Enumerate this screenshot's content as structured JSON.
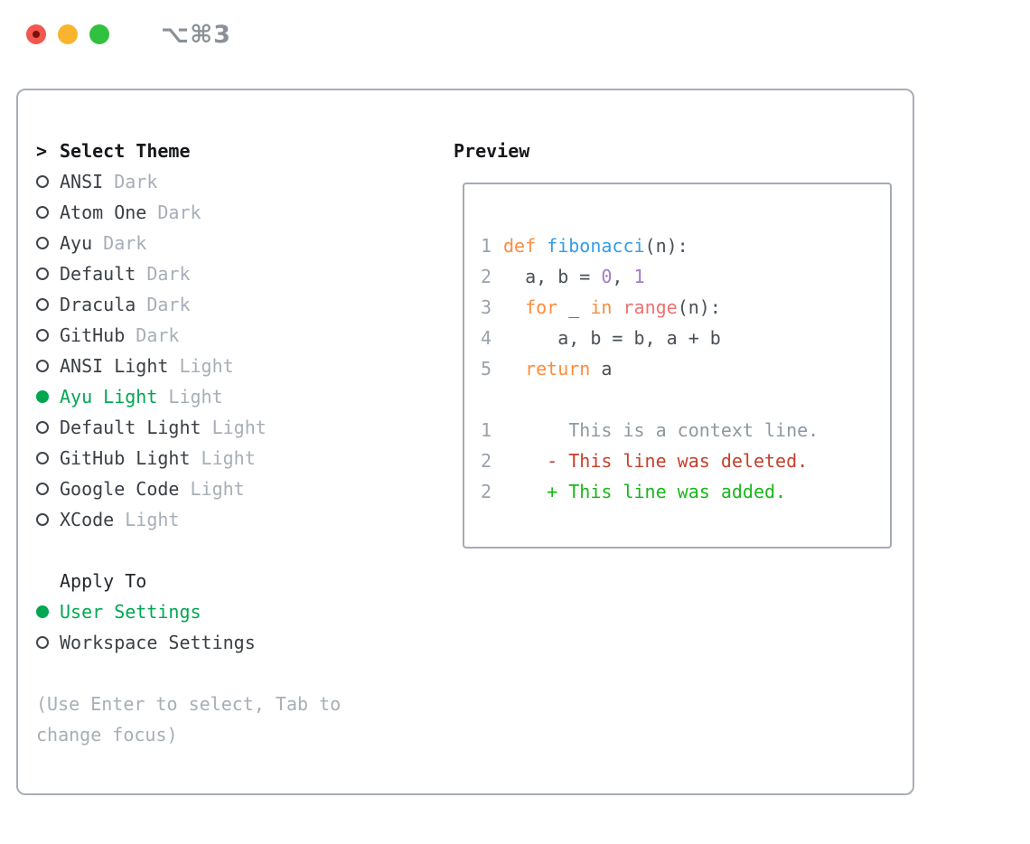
{
  "titlebar": {
    "title": "⌥⌘3"
  },
  "left": {
    "prompt_char": ">",
    "title": "Select Theme",
    "themes": [
      {
        "name": "ANSI",
        "variant": "Dark",
        "selected": false
      },
      {
        "name": "Atom One",
        "variant": "Dark",
        "selected": false
      },
      {
        "name": "Ayu",
        "variant": "Dark",
        "selected": false
      },
      {
        "name": "Default",
        "variant": "Dark",
        "selected": false
      },
      {
        "name": "Dracula",
        "variant": "Dark",
        "selected": false
      },
      {
        "name": "GitHub",
        "variant": "Dark",
        "selected": false
      },
      {
        "name": "ANSI Light",
        "variant": "Light",
        "selected": false
      },
      {
        "name": "Ayu Light",
        "variant": "Light",
        "selected": true
      },
      {
        "name": "Default Light",
        "variant": "Light",
        "selected": false
      },
      {
        "name": "GitHub Light",
        "variant": "Light",
        "selected": false
      },
      {
        "name": "Google Code",
        "variant": "Light",
        "selected": false
      },
      {
        "name": "XCode",
        "variant": "Light",
        "selected": false
      }
    ],
    "apply_to_title": "Apply To",
    "apply_options": [
      {
        "name": "User Settings",
        "selected": true
      },
      {
        "name": "Workspace Settings",
        "selected": false
      }
    ],
    "hint": "(Use Enter to select, Tab to change focus)"
  },
  "preview": {
    "title": "Preview",
    "code_lines": [
      {
        "num": "1",
        "segments": [
          {
            "t": "def",
            "c": "keyword"
          },
          {
            "t": " ",
            "c": "plain"
          },
          {
            "t": "fibonacci",
            "c": "function"
          },
          {
            "t": "(n):",
            "c": "plain"
          }
        ]
      },
      {
        "num": "2",
        "segments": [
          {
            "t": "  a, b = ",
            "c": "plain"
          },
          {
            "t": "0",
            "c": "number"
          },
          {
            "t": ", ",
            "c": "plain"
          },
          {
            "t": "1",
            "c": "number"
          }
        ]
      },
      {
        "num": "3",
        "segments": [
          {
            "t": "  ",
            "c": "plain"
          },
          {
            "t": "for",
            "c": "keyword"
          },
          {
            "t": " _ ",
            "c": "plain"
          },
          {
            "t": "in",
            "c": "keyword"
          },
          {
            "t": " ",
            "c": "plain"
          },
          {
            "t": "range",
            "c": "builtin"
          },
          {
            "t": "(n):",
            "c": "plain"
          }
        ]
      },
      {
        "num": "4",
        "segments": [
          {
            "t": "     a, b = b, a + b",
            "c": "plain"
          }
        ]
      },
      {
        "num": "5",
        "segments": [
          {
            "t": "  ",
            "c": "plain"
          },
          {
            "t": "return",
            "c": "keyword"
          },
          {
            "t": " a",
            "c": "plain"
          }
        ]
      },
      {
        "num": "",
        "segments": []
      },
      {
        "num": "1",
        "segments": [
          {
            "t": "      This is a context line.",
            "c": "context"
          }
        ]
      },
      {
        "num": "2",
        "segments": [
          {
            "t": "    - This line was deleted.",
            "c": "deleted"
          }
        ]
      },
      {
        "num": "2",
        "segments": [
          {
            "t": "    + This line was added.",
            "c": "added"
          }
        ]
      }
    ]
  },
  "colors": {
    "selection_green": "#00a751",
    "keyword_orange": "#fa8d3e",
    "function_blue": "#339ee6",
    "builtin_red": "#f07171",
    "number_purple": "#a37acc",
    "diff_delete_red": "#c4402c",
    "diff_add_green": "#19b719",
    "muted_gray": "#a7aeb8",
    "traffic_red": "#f4574e",
    "traffic_yellow": "#f8b42e",
    "traffic_green": "#30c13e"
  }
}
